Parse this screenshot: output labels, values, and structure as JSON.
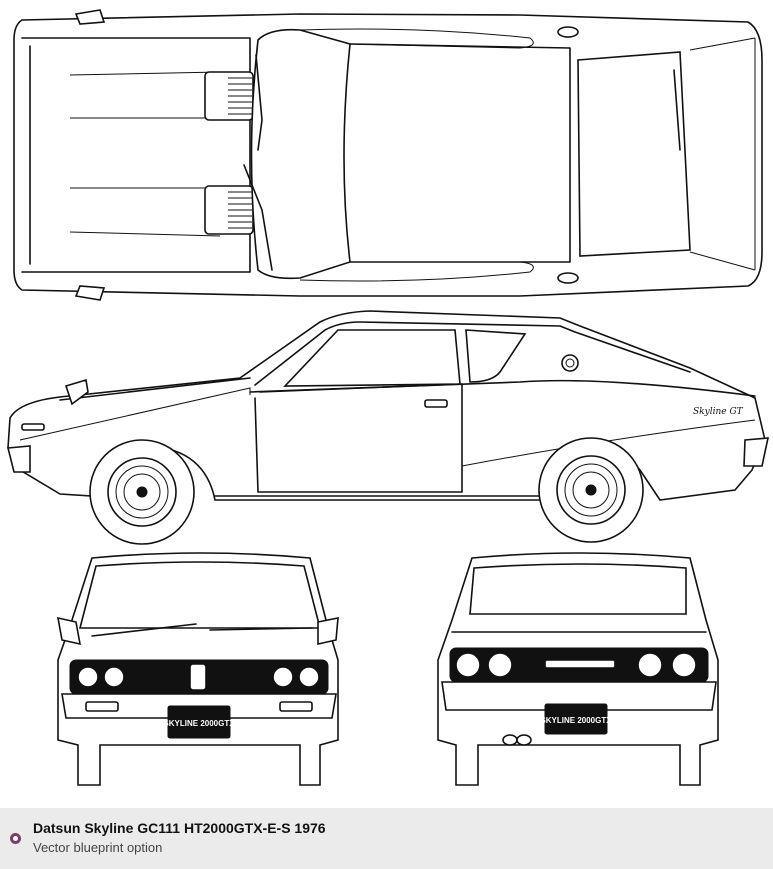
{
  "caption": {
    "title": "Datsun Skyline GC111 HT2000GTX-E-S 1976",
    "subtitle": "Vector blueprint option"
  },
  "front_plate": "SKYLINE 2000GTX",
  "rear_plate": "SKYLINE 2000GTX",
  "side_badge": "Skyline GT",
  "colors": {
    "line": "#111111",
    "footer_bg": "#ebebeb",
    "icon": "#7b3f66"
  },
  "icons": {
    "caption_bullet": "circle-bullet-icon"
  }
}
